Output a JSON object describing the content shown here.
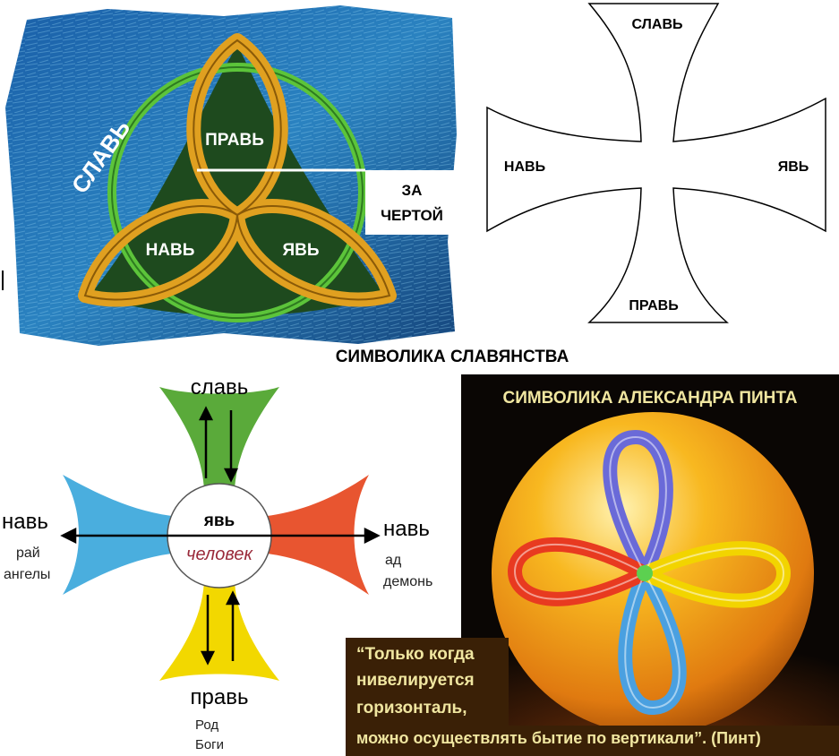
{
  "triquetra": {
    "slav": "СЛАВЬ",
    "prav": "ПРАВЬ",
    "nav": "НАВЬ",
    "yav": "ЯВЬ",
    "beyond_line_1": "ЗА",
    "beyond_line_2": "ЧЕРТОЙ"
  },
  "cross_outline": {
    "top": "СЛАВЬ",
    "left": "НАВЬ",
    "right": "ЯВЬ",
    "bottom": "ПРАВЬ"
  },
  "caption_slavic": "СИМВОЛИКА СЛАВЯНСТВА",
  "color_cross": {
    "top": "славь",
    "center_top": "явь",
    "center_bottom": "человек",
    "left": "навь",
    "left_sub_1": "рай",
    "left_sub_2": "ангелы",
    "right": "навь",
    "right_sub_1": "ад",
    "right_sub_2": "демонь",
    "bottom": "правь",
    "bottom_sub_1": "Род",
    "bottom_sub_2": "Боги"
  },
  "pint": {
    "title": "СИМВОЛИКА АЛЕКСАНДРА ПИНТА",
    "quote_line_1": "“Только когда",
    "quote_line_2": "нивелируется",
    "quote_line_3": "горизонталь,",
    "quote_line_4": "можно осущеєтвлять бытие по вертикали”. (Пинт)"
  },
  "colors": {
    "blue_bg": "#1d5a9c",
    "gold": "#e0a020",
    "green_ring": "#5cc43a",
    "dark_green": "#1e4a1e",
    "cross_green": "#5aaa3a",
    "cross_blue": "#4aaede",
    "cross_red": "#e85530",
    "cross_yellow": "#f2d800",
    "pint_title": "#f0e6a0",
    "quote_bg": "#3a2006"
  }
}
